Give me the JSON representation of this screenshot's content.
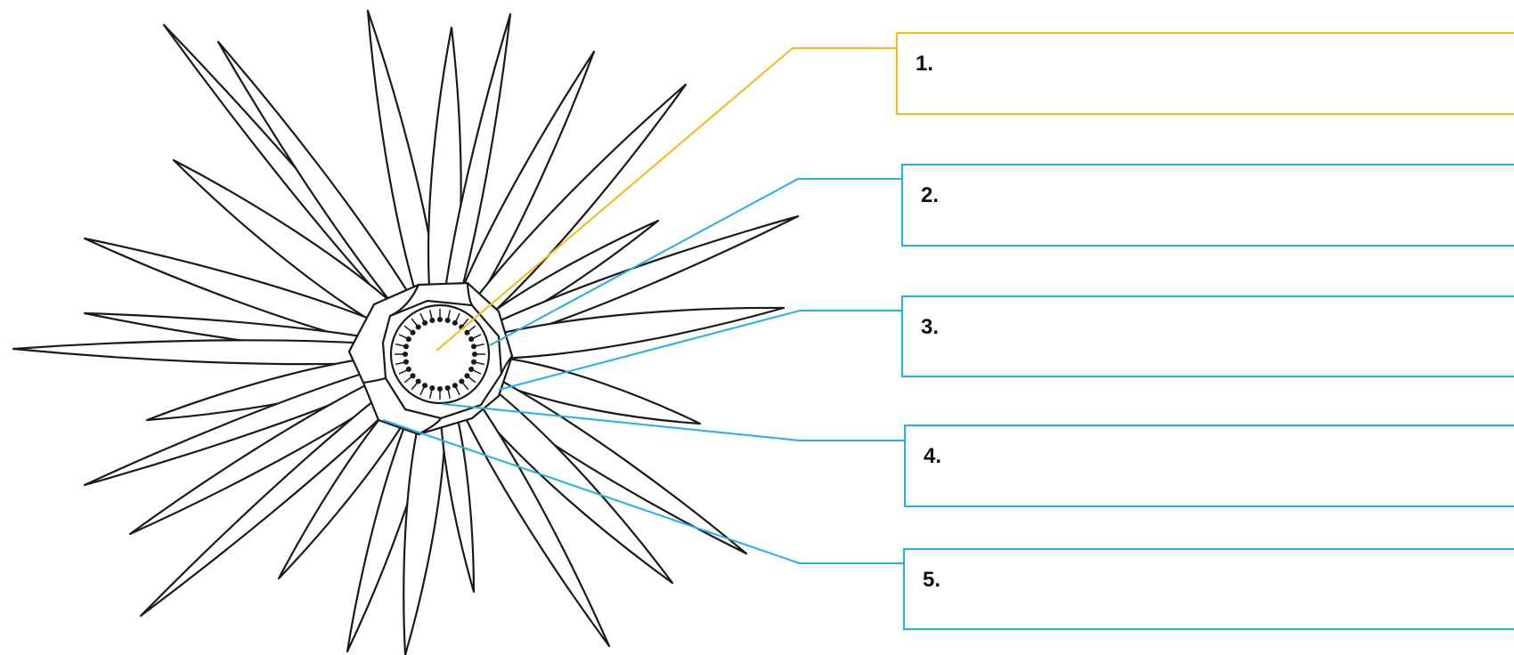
{
  "labels": [
    {
      "number": "1.",
      "color": "#FDB813"
    },
    {
      "number": "2.",
      "color": "#1FB2EA"
    },
    {
      "number": "3.",
      "color": "#1FB2EA"
    },
    {
      "number": "4.",
      "color": "#1FB2EA"
    },
    {
      "number": "5.",
      "color": "#1FB2EA"
    }
  ]
}
